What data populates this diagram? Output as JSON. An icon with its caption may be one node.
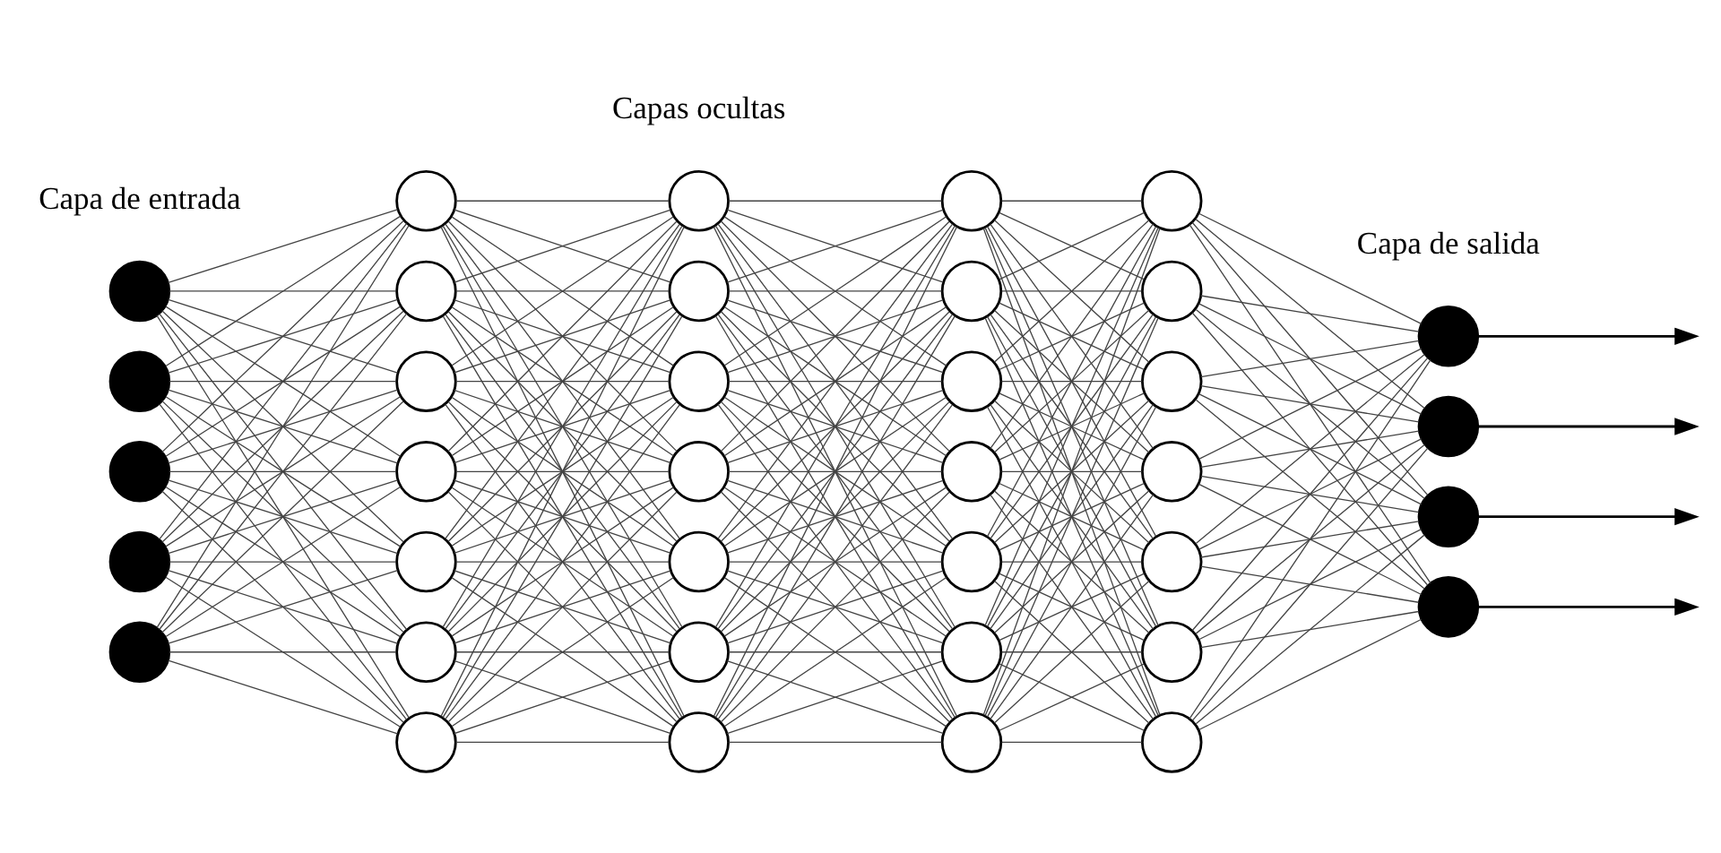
{
  "diagram": {
    "nodes": [
      {
        "text": [],
        "shape": "circle"
      },
      {
        "text": [],
        "shape": "circle"
      },
      {
        "text": [],
        "shape": "circle"
      },
      {
        "text": [],
        "shape": "circle"
      },
      {
        "text": [],
        "shape": "circle"
      },
      {
        "text": [],
        "shape": "circle"
      },
      {
        "text": [],
        "shape": "circle"
      },
      {
        "text": [],
        "shape": "circle"
      },
      {
        "text": [],
        "shape": "circle"
      },
      {
        "text": [],
        "shape": "circle"
      },
      {
        "text": [],
        "shape": "circle"
      },
      {
        "text": [],
        "shape": "circle"
      },
      {
        "text": [],
        "shape": "circle"
      },
      {
        "text": [],
        "shape": "circle"
      },
      {
        "text": [],
        "shape": "circle"
      },
      {
        "text": [],
        "shape": "circle"
      },
      {
        "text": [],
        "shape": "circle"
      },
      {
        "text": [],
        "shape": "circle"
      },
      {
        "text": [],
        "shape": "circle"
      },
      {
        "text": [],
        "shape": "circle"
      },
      {
        "text": [],
        "shape": "circle"
      },
      {
        "text": [],
        "shape": "circle"
      },
      {
        "text": [],
        "shape": "circle"
      },
      {
        "text": [],
        "shape": "circle"
      },
      {
        "text": [],
        "shape": "circle"
      },
      {
        "text": [],
        "shape": "circle"
      },
      {
        "text": [],
        "shape": "circle"
      },
      {
        "text": [],
        "shape": "circle"
      },
      {
        "text": [],
        "shape": "circle"
      },
      {
        "text": [],
        "shape": "circle"
      },
      {
        "text": [],
        "shape": "circle"
      },
      {
        "text": [],
        "shape": "circle"
      },
      {
        "text": [],
        "shape": "circle"
      },
      {
        "text": [],
        "shape": "circle"
      },
      {
        "text": [],
        "shape": "circle"
      },
      {
        "text": [],
        "shape": "circle"
      },
      {
        "text": [],
        "shape": "circle"
      }
    ],
    "edges": [
      {
        "from": 0,
        "to": 5,
        "arrow": "none"
      },
      {
        "from": 0,
        "to": 6,
        "arrow": "none"
      },
      {
        "from": 0,
        "to": 7,
        "arrow": "none"
      },
      {
        "from": 0,
        "to": 8,
        "arrow": "none"
      },
      {
        "from": 0,
        "to": 9,
        "arrow": "none"
      },
      {
        "from": 0,
        "to": 10,
        "arrow": "none"
      },
      {
        "from": 0,
        "to": 11,
        "arrow": "none"
      },
      {
        "from": 1,
        "to": 5,
        "arrow": "none"
      },
      {
        "from": 1,
        "to": 6,
        "arrow": "none"
      },
      {
        "from": 1,
        "to": 7,
        "arrow": "none"
      },
      {
        "from": 1,
        "to": 8,
        "arrow": "none"
      },
      {
        "from": 1,
        "to": 9,
        "arrow": "none"
      },
      {
        "from": 1,
        "to": 10,
        "arrow": "none"
      },
      {
        "from": 1,
        "to": 11,
        "arrow": "none"
      },
      {
        "from": 2,
        "to": 5,
        "arrow": "none"
      },
      {
        "from": 2,
        "to": 6,
        "arrow": "none"
      },
      {
        "from": 2,
        "to": 7,
        "arrow": "none"
      },
      {
        "from": 2,
        "to": 8,
        "arrow": "none"
      },
      {
        "from": 2,
        "to": 9,
        "arrow": "none"
      },
      {
        "from": 2,
        "to": 10,
        "arrow": "none"
      },
      {
        "from": 2,
        "to": 11,
        "arrow": "none"
      },
      {
        "from": 3,
        "to": 5,
        "arrow": "none"
      },
      {
        "from": 3,
        "to": 6,
        "arrow": "none"
      },
      {
        "from": 3,
        "to": 7,
        "arrow": "none"
      },
      {
        "from": 3,
        "to": 8,
        "arrow": "none"
      },
      {
        "from": 3,
        "to": 9,
        "arrow": "none"
      },
      {
        "from": 3,
        "to": 10,
        "arrow": "none"
      },
      {
        "from": 3,
        "to": 11,
        "arrow": "none"
      },
      {
        "from": 4,
        "to": 5,
        "arrow": "none"
      },
      {
        "from": 4,
        "to": 6,
        "arrow": "none"
      },
      {
        "from": 4,
        "to": 7,
        "arrow": "none"
      },
      {
        "from": 4,
        "to": 8,
        "arrow": "none"
      },
      {
        "from": 4,
        "to": 9,
        "arrow": "none"
      },
      {
        "from": 4,
        "to": 10,
        "arrow": "none"
      },
      {
        "from": 4,
        "to": 11,
        "arrow": "none"
      },
      {
        "from": 5,
        "to": 12,
        "arrow": "none"
      },
      {
        "from": 5,
        "to": 13,
        "arrow": "none"
      },
      {
        "from": 5,
        "to": 14,
        "arrow": "none"
      },
      {
        "from": 5,
        "to": 15,
        "arrow": "none"
      },
      {
        "from": 5,
        "to": 16,
        "arrow": "none"
      },
      {
        "from": 5,
        "to": 17,
        "arrow": "none"
      },
      {
        "from": 5,
        "to": 18,
        "arrow": "none"
      },
      {
        "from": 6,
        "to": 12,
        "arrow": "none"
      },
      {
        "from": 6,
        "to": 13,
        "arrow": "none"
      },
      {
        "from": 6,
        "to": 14,
        "arrow": "none"
      },
      {
        "from": 6,
        "to": 15,
        "arrow": "none"
      },
      {
        "from": 6,
        "to": 16,
        "arrow": "none"
      },
      {
        "from": 6,
        "to": 17,
        "arrow": "none"
      },
      {
        "from": 6,
        "to": 18,
        "arrow": "none"
      },
      {
        "from": 7,
        "to": 12,
        "arrow": "none"
      },
      {
        "from": 7,
        "to": 13,
        "arrow": "none"
      },
      {
        "from": 7,
        "to": 14,
        "arrow": "none"
      },
      {
        "from": 7,
        "to": 15,
        "arrow": "none"
      },
      {
        "from": 7,
        "to": 16,
        "arrow": "none"
      },
      {
        "from": 7,
        "to": 17,
        "arrow": "none"
      },
      {
        "from": 7,
        "to": 18,
        "arrow": "none"
      },
      {
        "from": 8,
        "to": 12,
        "arrow": "none"
      },
      {
        "from": 8,
        "to": 13,
        "arrow": "none"
      },
      {
        "from": 8,
        "to": 14,
        "arrow": "none"
      },
      {
        "from": 8,
        "to": 15,
        "arrow": "none"
      },
      {
        "from": 8,
        "to": 16,
        "arrow": "none"
      },
      {
        "from": 8,
        "to": 17,
        "arrow": "none"
      },
      {
        "from": 8,
        "to": 18,
        "arrow": "none"
      },
      {
        "from": 9,
        "to": 12,
        "arrow": "none"
      },
      {
        "from": 9,
        "to": 13,
        "arrow": "none"
      },
      {
        "from": 9,
        "to": 14,
        "arrow": "none"
      },
      {
        "from": 9,
        "to": 15,
        "arrow": "none"
      },
      {
        "from": 9,
        "to": 16,
        "arrow": "none"
      },
      {
        "from": 9,
        "to": 17,
        "arrow": "none"
      },
      {
        "from": 9,
        "to": 18,
        "arrow": "none"
      },
      {
        "from": 10,
        "to": 12,
        "arrow": "none"
      },
      {
        "from": 10,
        "to": 13,
        "arrow": "none"
      },
      {
        "from": 10,
        "to": 14,
        "arrow": "none"
      },
      {
        "from": 10,
        "to": 15,
        "arrow": "none"
      },
      {
        "from": 10,
        "to": 16,
        "arrow": "none"
      },
      {
        "from": 10,
        "to": 17,
        "arrow": "none"
      },
      {
        "from": 10,
        "to": 18,
        "arrow": "none"
      },
      {
        "from": 11,
        "to": 12,
        "arrow": "none"
      },
      {
        "from": 11,
        "to": 13,
        "arrow": "none"
      },
      {
        "from": 11,
        "to": 14,
        "arrow": "none"
      },
      {
        "from": 11,
        "to": 15,
        "arrow": "none"
      },
      {
        "from": 11,
        "to": 16,
        "arrow": "none"
      },
      {
        "from": 11,
        "to": 17,
        "arrow": "none"
      },
      {
        "from": 11,
        "to": 18,
        "arrow": "none"
      },
      {
        "from": 12,
        "to": 19,
        "arrow": "none"
      },
      {
        "from": 12,
        "to": 20,
        "arrow": "none"
      },
      {
        "from": 12,
        "to": 21,
        "arrow": "none"
      },
      {
        "from": 12,
        "to": 22,
        "arrow": "none"
      },
      {
        "from": 12,
        "to": 23,
        "arrow": "none"
      },
      {
        "from": 12,
        "to": 24,
        "arrow": "none"
      },
      {
        "from": 12,
        "to": 25,
        "arrow": "none"
      },
      {
        "from": 13,
        "to": 19,
        "arrow": "none"
      },
      {
        "from": 13,
        "to": 20,
        "arrow": "none"
      },
      {
        "from": 13,
        "to": 21,
        "arrow": "none"
      },
      {
        "from": 13,
        "to": 22,
        "arrow": "none"
      },
      {
        "from": 13,
        "to": 23,
        "arrow": "none"
      },
      {
        "from": 13,
        "to": 24,
        "arrow": "none"
      },
      {
        "from": 13,
        "to": 25,
        "arrow": "none"
      },
      {
        "from": 14,
        "to": 19,
        "arrow": "none"
      },
      {
        "from": 14,
        "to": 20,
        "arrow": "none"
      },
      {
        "from": 14,
        "to": 21,
        "arrow": "none"
      },
      {
        "from": 14,
        "to": 22,
        "arrow": "none"
      },
      {
        "from": 14,
        "to": 23,
        "arrow": "none"
      },
      {
        "from": 14,
        "to": 24,
        "arrow": "none"
      },
      {
        "from": 14,
        "to": 25,
        "arrow": "none"
      },
      {
        "from": 15,
        "to": 19,
        "arrow": "none"
      },
      {
        "from": 15,
        "to": 20,
        "arrow": "none"
      },
      {
        "from": 15,
        "to": 21,
        "arrow": "none"
      },
      {
        "from": 15,
        "to": 22,
        "arrow": "none"
      },
      {
        "from": 15,
        "to": 23,
        "arrow": "none"
      },
      {
        "from": 15,
        "to": 24,
        "arrow": "none"
      },
      {
        "from": 15,
        "to": 25,
        "arrow": "none"
      },
      {
        "from": 16,
        "to": 19,
        "arrow": "none"
      },
      {
        "from": 16,
        "to": 20,
        "arrow": "none"
      },
      {
        "from": 16,
        "to": 21,
        "arrow": "none"
      },
      {
        "from": 16,
        "to": 22,
        "arrow": "none"
      },
      {
        "from": 16,
        "to": 23,
        "arrow": "none"
      },
      {
        "from": 16,
        "to": 24,
        "arrow": "none"
      },
      {
        "from": 16,
        "to": 25,
        "arrow": "none"
      },
      {
        "from": 17,
        "to": 19,
        "arrow": "none"
      },
      {
        "from": 17,
        "to": 20,
        "arrow": "none"
      },
      {
        "from": 17,
        "to": 21,
        "arrow": "none"
      },
      {
        "from": 17,
        "to": 22,
        "arrow": "none"
      },
      {
        "from": 17,
        "to": 23,
        "arrow": "none"
      },
      {
        "from": 17,
        "to": 24,
        "arrow": "none"
      },
      {
        "from": 17,
        "to": 25,
        "arrow": "none"
      },
      {
        "from": 18,
        "to": 19,
        "arrow": "none"
      },
      {
        "from": 18,
        "to": 20,
        "arrow": "none"
      },
      {
        "from": 18,
        "to": 21,
        "arrow": "none"
      },
      {
        "from": 18,
        "to": 22,
        "arrow": "none"
      },
      {
        "from": 18,
        "to": 23,
        "arrow": "none"
      },
      {
        "from": 18,
        "to": 24,
        "arrow": "none"
      },
      {
        "from": 18,
        "to": 25,
        "arrow": "none"
      },
      {
        "from": 19,
        "to": 26,
        "arrow": "none"
      },
      {
        "from": 19,
        "to": 27,
        "arrow": "none"
      },
      {
        "from": 19,
        "to": 28,
        "arrow": "none"
      },
      {
        "from": 19,
        "to": 29,
        "arrow": "none"
      },
      {
        "from": 19,
        "to": 30,
        "arrow": "none"
      },
      {
        "from": 19,
        "to": 31,
        "arrow": "none"
      },
      {
        "from": 19,
        "to": 32,
        "arrow": "none"
      },
      {
        "from": 20,
        "to": 26,
        "arrow": "none"
      },
      {
        "from": 20,
        "to": 27,
        "arrow": "none"
      },
      {
        "from": 20,
        "to": 28,
        "arrow": "none"
      },
      {
        "from": 20,
        "to": 29,
        "arrow": "none"
      },
      {
        "from": 20,
        "to": 30,
        "arrow": "none"
      },
      {
        "from": 20,
        "to": 31,
        "arrow": "none"
      },
      {
        "from": 20,
        "to": 32,
        "arrow": "none"
      },
      {
        "from": 21,
        "to": 26,
        "arrow": "none"
      },
      {
        "from": 21,
        "to": 27,
        "arrow": "none"
      },
      {
        "from": 21,
        "to": 28,
        "arrow": "none"
      },
      {
        "from": 21,
        "to": 29,
        "arrow": "none"
      },
      {
        "from": 21,
        "to": 30,
        "arrow": "none"
      },
      {
        "from": 21,
        "to": 31,
        "arrow": "none"
      },
      {
        "from": 21,
        "to": 32,
        "arrow": "none"
      },
      {
        "from": 22,
        "to": 26,
        "arrow": "none"
      },
      {
        "from": 22,
        "to": 27,
        "arrow": "none"
      },
      {
        "from": 22,
        "to": 28,
        "arrow": "none"
      },
      {
        "from": 22,
        "to": 29,
        "arrow": "none"
      },
      {
        "from": 22,
        "to": 30,
        "arrow": "none"
      },
      {
        "from": 22,
        "to": 31,
        "arrow": "none"
      },
      {
        "from": 22,
        "to": 32,
        "arrow": "none"
      },
      {
        "from": 23,
        "to": 26,
        "arrow": "none"
      },
      {
        "from": 23,
        "to": 27,
        "arrow": "none"
      },
      {
        "from": 23,
        "to": 28,
        "arrow": "none"
      },
      {
        "from": 23,
        "to": 29,
        "arrow": "none"
      },
      {
        "from": 23,
        "to": 30,
        "arrow": "none"
      },
      {
        "from": 23,
        "to": 31,
        "arrow": "none"
      },
      {
        "from": 23,
        "to": 32,
        "arrow": "none"
      },
      {
        "from": 24,
        "to": 26,
        "arrow": "none"
      },
      {
        "from": 24,
        "to": 27,
        "arrow": "none"
      },
      {
        "from": 24,
        "to": 28,
        "arrow": "none"
      },
      {
        "from": 24,
        "to": 29,
        "arrow": "none"
      },
      {
        "from": 24,
        "to": 30,
        "arrow": "none"
      },
      {
        "from": 24,
        "to": 31,
        "arrow": "none"
      },
      {
        "from": 24,
        "to": 32,
        "arrow": "none"
      },
      {
        "from": 25,
        "to": 26,
        "arrow": "none"
      },
      {
        "from": 25,
        "to": 27,
        "arrow": "none"
      },
      {
        "from": 25,
        "to": 28,
        "arrow": "none"
      },
      {
        "from": 25,
        "to": 29,
        "arrow": "none"
      },
      {
        "from": 25,
        "to": 30,
        "arrow": "none"
      },
      {
        "from": 25,
        "to": 31,
        "arrow": "none"
      },
      {
        "from": 25,
        "to": 32,
        "arrow": "none"
      },
      {
        "from": 26,
        "to": 33,
        "arrow": "none"
      },
      {
        "from": 26,
        "to": 34,
        "arrow": "none"
      },
      {
        "from": 26,
        "to": 35,
        "arrow": "none"
      },
      {
        "from": 26,
        "to": 36,
        "arrow": "none"
      },
      {
        "from": 27,
        "to": 33,
        "arrow": "none"
      },
      {
        "from": 27,
        "to": 34,
        "arrow": "none"
      },
      {
        "from": 27,
        "to": 35,
        "arrow": "none"
      },
      {
        "from": 27,
        "to": 36,
        "arrow": "none"
      },
      {
        "from": 28,
        "to": 33,
        "arrow": "none"
      },
      {
        "from": 28,
        "to": 34,
        "arrow": "none"
      },
      {
        "from": 28,
        "to": 35,
        "arrow": "none"
      },
      {
        "from": 28,
        "to": 36,
        "arrow": "none"
      },
      {
        "from": 29,
        "to": 33,
        "arrow": "none"
      },
      {
        "from": 29,
        "to": 34,
        "arrow": "none"
      },
      {
        "from": 29,
        "to": 35,
        "arrow": "none"
      },
      {
        "from": 29,
        "to": 36,
        "arrow": "none"
      },
      {
        "from": 30,
        "to": 33,
        "arrow": "none"
      },
      {
        "from": 30,
        "to": 34,
        "arrow": "none"
      },
      {
        "from": 30,
        "to": 35,
        "arrow": "none"
      },
      {
        "from": 30,
        "to": 36,
        "arrow": "none"
      },
      {
        "from": 31,
        "to": 33,
        "arrow": "none"
      },
      {
        "from": 31,
        "to": 34,
        "arrow": "none"
      },
      {
        "from": 31,
        "to": 35,
        "arrow": "none"
      },
      {
        "from": 31,
        "to": 36,
        "arrow": "none"
      },
      {
        "from": 32,
        "to": 33,
        "arrow": "none"
      },
      {
        "from": 32,
        "to": 34,
        "arrow": "none"
      },
      {
        "from": 32,
        "to": 35,
        "arrow": "none"
      },
      {
        "from": 32,
        "to": 36,
        "arrow": "none"
      },
      {
        "from": 33,
        "to": null,
        "arrow": "to"
      },
      {
        "from": 34,
        "to": null,
        "arrow": "to"
      },
      {
        "from": 35,
        "to": null,
        "arrow": "to"
      },
      {
        "from": 36,
        "to": null,
        "arrow": "to"
      }
    ],
    "labels": [
      "Capa de entrada",
      "Capas ocultas",
      "Capa de salida"
    ]
  }
}
